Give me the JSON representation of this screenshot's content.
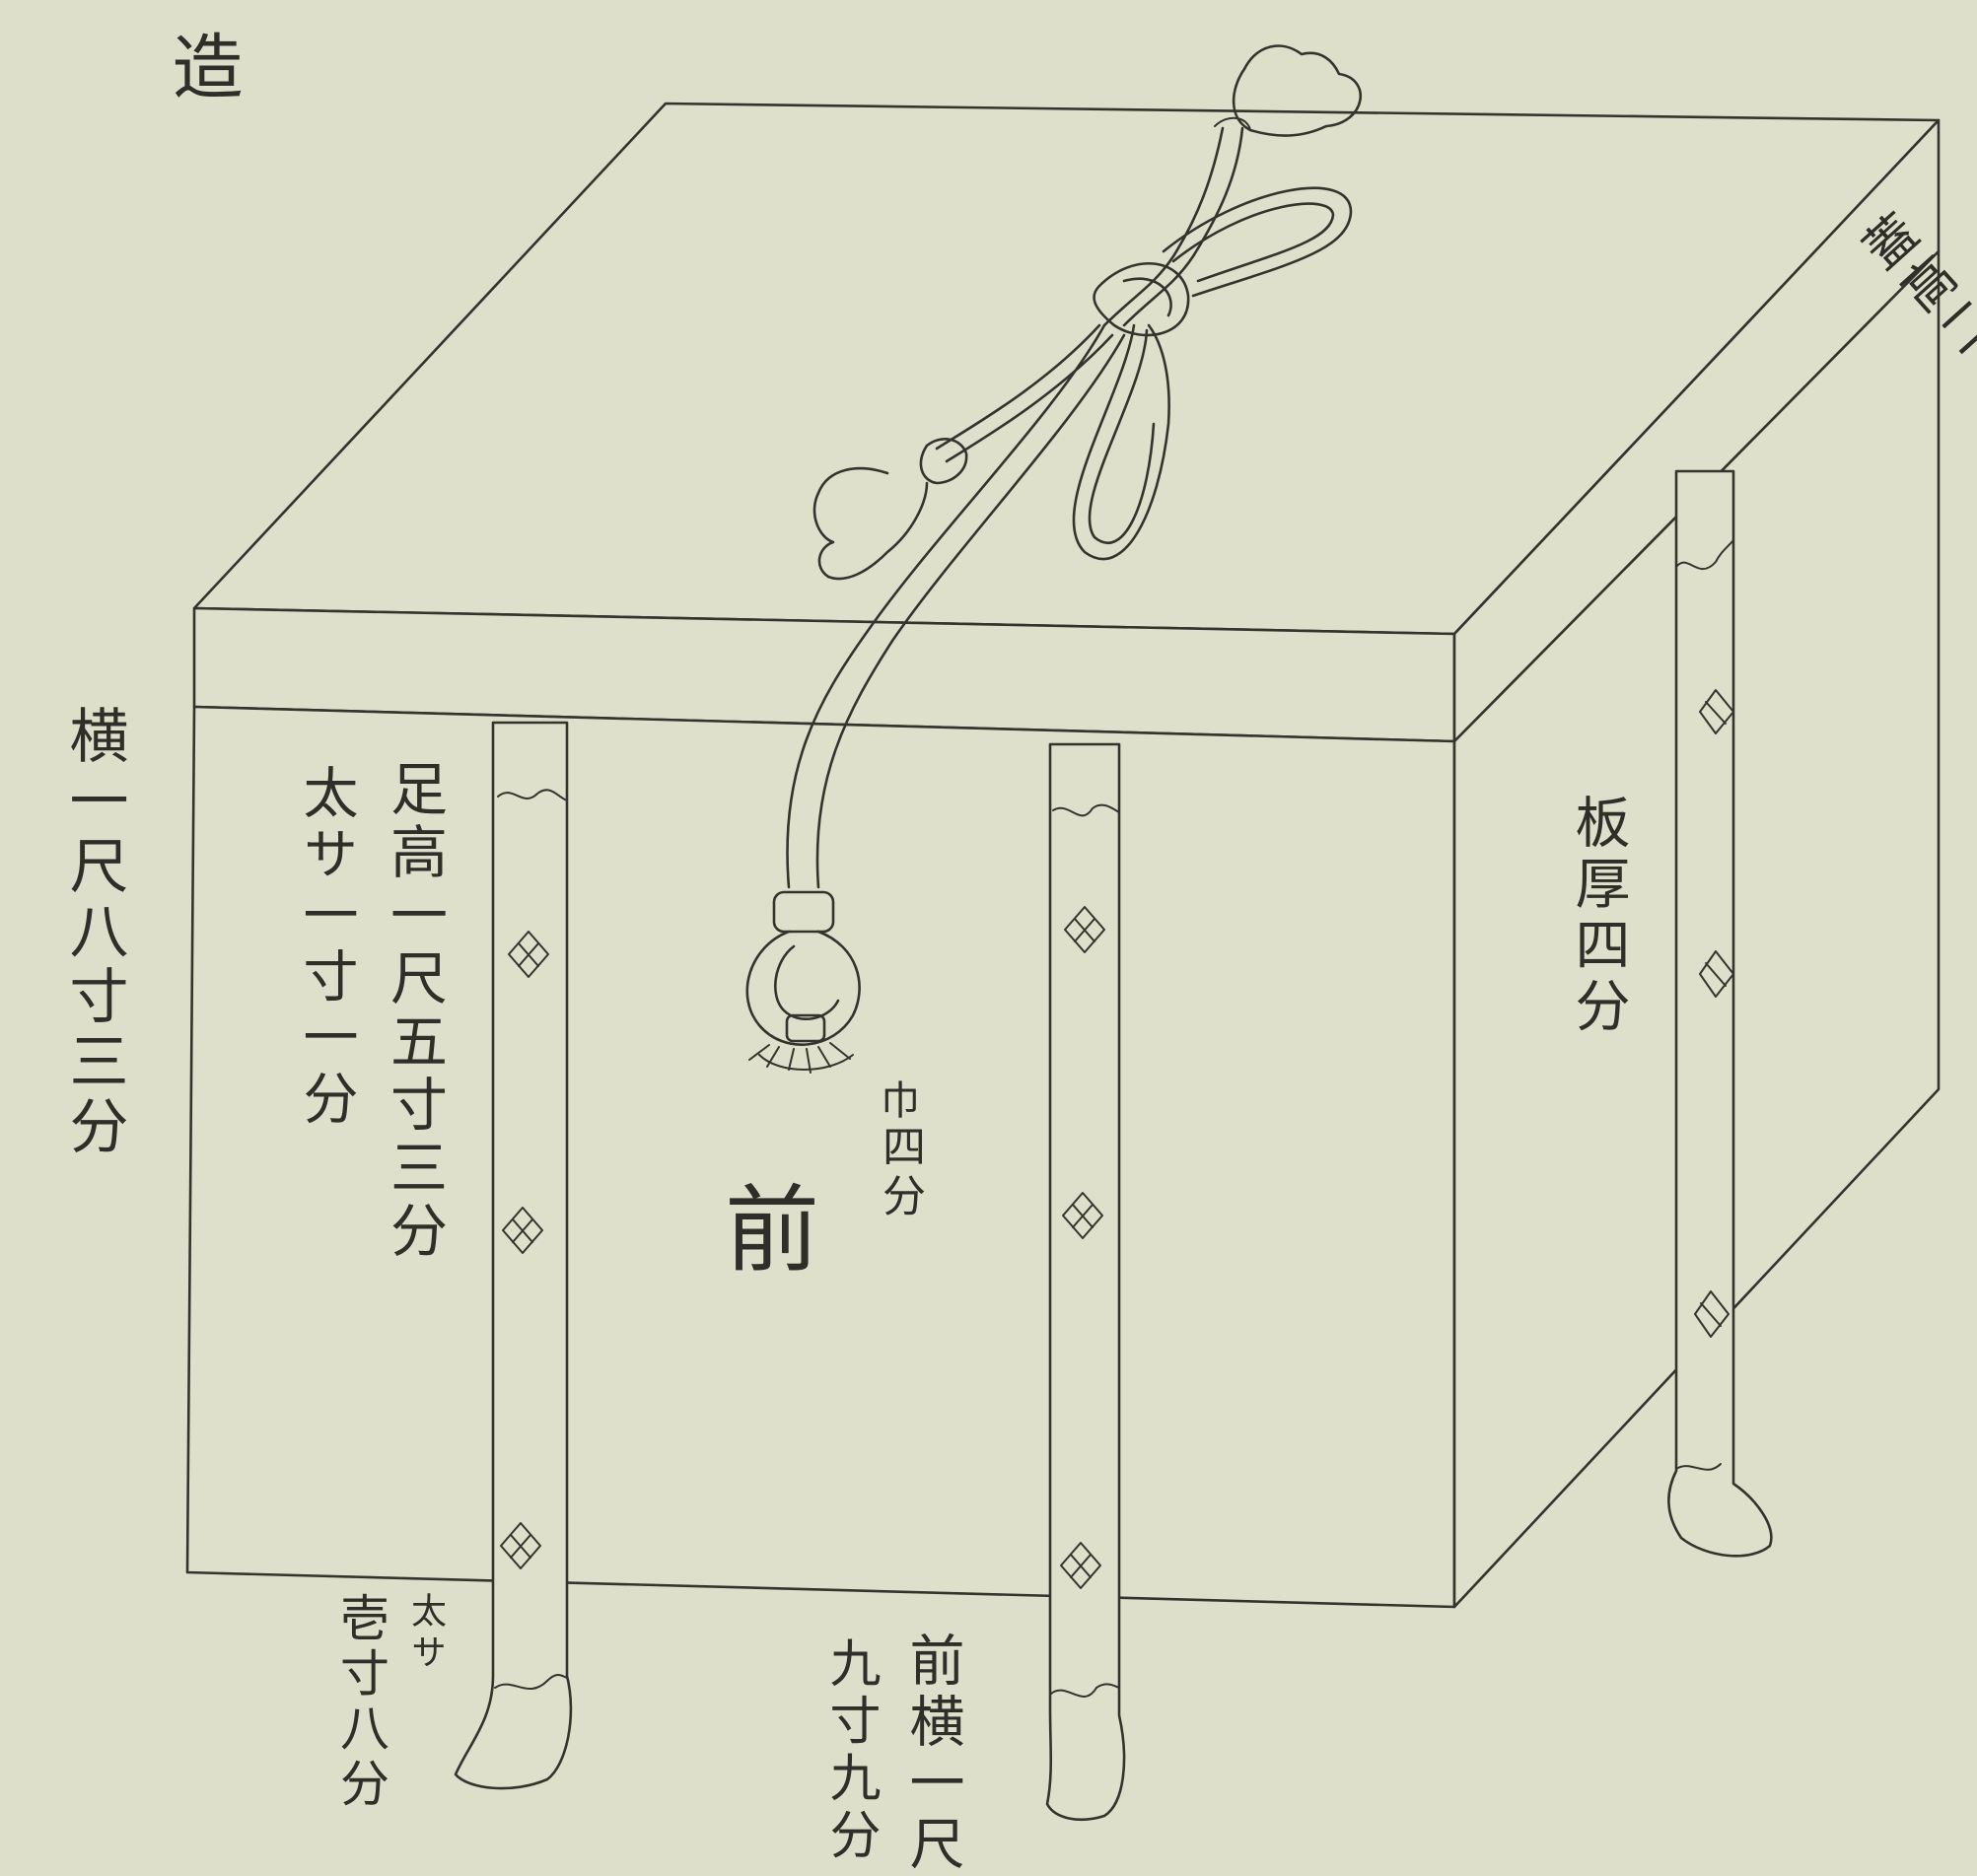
{
  "labels": {
    "corner_fragment": "造",
    "lid_height": "蓋高二寸七分",
    "width_left": "横一尺八寸三分",
    "leg_height": "足高一尺五寸三分",
    "leg_width": "太サ一寸一分",
    "board_thickness": "板厚四分",
    "front_mark": "前",
    "width_small": "巾",
    "width_small_value": "四分",
    "bottom_left_head": "太サ",
    "bottom_left_value": "壱寸八分",
    "bottom_right_head": "前横一尺",
    "bottom_right_value": "九寸九分"
  },
  "icons": {
    "cord": "tasseled-cord-icon",
    "ring": "metal-ring-icon",
    "diamond": "diamond-ornament-icon"
  },
  "colors": {
    "paper": "#dedfcb",
    "ink": "#34332e"
  }
}
